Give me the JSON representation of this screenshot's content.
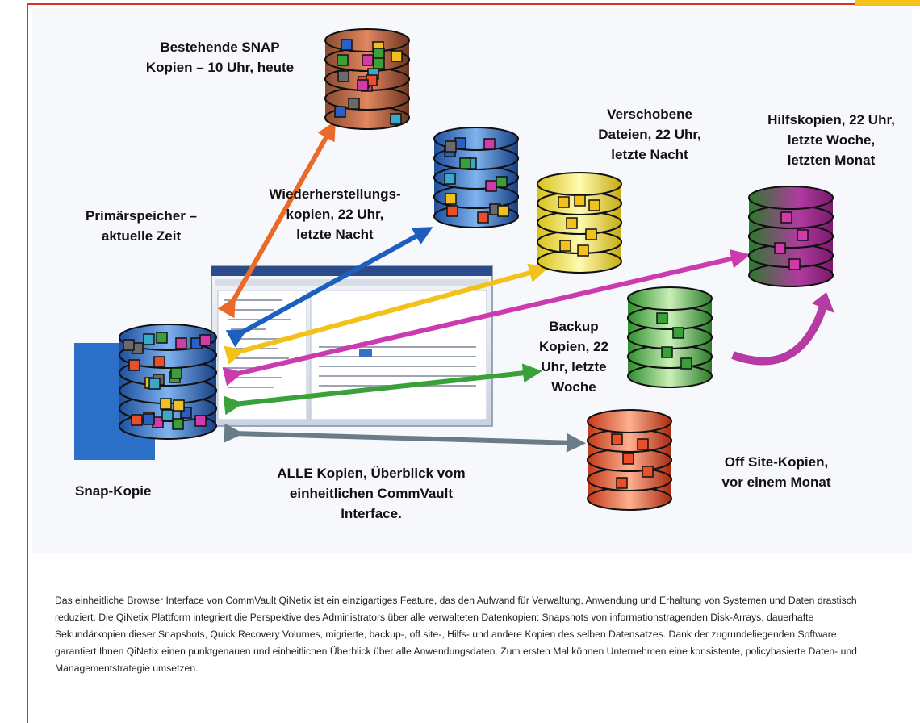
{
  "labels": {
    "snap": "Bestehende SNAP\nKopien – 10 Uhr, heute",
    "primary": "Primärspeicher –\naktuelle Zeit",
    "recovery": "Wiederherstellungs-\nkopien, 22 Uhr,\nletzte Nacht",
    "moved": "Verschobene\nDateien, 22 Uhr,\nletzte Nacht",
    "aux": "Hilfskopien, 22 Uhr,\nletzte Woche,\nletzten Monat",
    "backup": "Backup\nKopien, 22\nUhr, letzte\nWoche",
    "offsite": "Off Site-Kopien,\nvor einem Monat",
    "all": "ALLE Kopien, Überblick vom\neinheitlichen CommVault\nInterface.",
    "snapcopy": "Snap-Kopie"
  },
  "caption": "Das einheitliche Browser Interface von CommVault QiNetix ist ein einzigartiges Feature, das den Aufwand für Verwaltung, Anwendung und Erhaltung von Systemen und Daten drastisch reduziert. Die QiNetix Plattform integriert die Perspektive des Administrators über alle verwalteten Datenkopien: Snapshots von informationstragenden Disk-Arrays, dauerhafte Sekundärkopien dieser Snapshots, Quick Recovery Volumes, migrierte, backup-, off site-, Hilfs- und andere Kopien des selben Datensatzes. Dank der zugrundeliegenden Software garantiert Ihnen QiNetix einen punktgenauen und einheitlichen Überblick über alle Anwendungsdaten. Zum ersten Mal können Unternehmen eine konsistente, policybasierte Daten- und Managementstrategie umsetzen.",
  "colors": {
    "frame": "#d9331f",
    "accent": "#f6c21a",
    "snap_stack": "#c8643a",
    "recovery_stack": "#3f7fd0",
    "moved_stack": "#f2e23a",
    "aux_stack": "#a0308a",
    "backup_stack": "#4fb84a",
    "offsite_stack": "#ec5a2a",
    "primary_stack": "#3a6fc6"
  }
}
